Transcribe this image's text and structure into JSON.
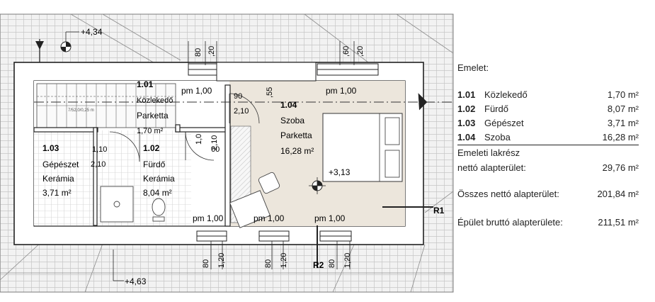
{
  "plan": {
    "levels": {
      "top_left": "+4,34",
      "bottom_left": "+4,63",
      "bedroom": "+3,13"
    },
    "rooms": [
      {
        "code": "1.01",
        "name": "Közlekedő",
        "finish": "Parketta",
        "area": "1,70 m²"
      },
      {
        "code": "1.02",
        "name": "Fürdő",
        "finish": "Kerámia",
        "area": "8,04 m²"
      },
      {
        "code": "1.03",
        "name": "Gépészet",
        "finish": "Kerámia",
        "area": "3,71 m²"
      },
      {
        "code": "1.04",
        "name": "Szoba",
        "finish": "Parketta",
        "area": "16,28 m²"
      }
    ],
    "windows": [
      "pm 1,00",
      "pm 1,00",
      "pm 1,00",
      "pm 1,00",
      "pm 1,00"
    ],
    "dims_top": [
      "80",
      ",20",
      ",60",
      ",20"
    ],
    "dims_bottom": [
      "80",
      "1,20",
      "80",
      "1,20",
      "80",
      "1,20"
    ],
    "door_dims": [
      "90",
      "2,10",
      ",55",
      "1,10",
      "2,10",
      "1,0",
      "2,10",
      "60"
    ],
    "stair_note": "7/52,0/0,25 m",
    "sections": [
      "R1",
      "R2"
    ]
  },
  "legend": {
    "title": "Emelet:",
    "rows": [
      {
        "code": "1.01",
        "name": "Közlekedő",
        "area": "1,70",
        "unit": "m²"
      },
      {
        "code": "1.02",
        "name": "Fürdő",
        "area": "8,07",
        "unit": "m²"
      },
      {
        "code": "1.03",
        "name": "Gépészet",
        "area": "3,71",
        "unit": "m²"
      },
      {
        "code": "1.04",
        "name": "Szoba",
        "area": "16,28",
        "unit": "m²"
      }
    ],
    "subtotal_line1": "Emeleti lakrész",
    "subtotal_line2": "nettó alapterület:",
    "subtotal_value": "29,76",
    "total_label": "Összes nettó alapterület:",
    "total_value": "201,84",
    "gross_label": "Épület bruttó alapterülete:",
    "gross_value": "211,51",
    "unit": "m²"
  }
}
